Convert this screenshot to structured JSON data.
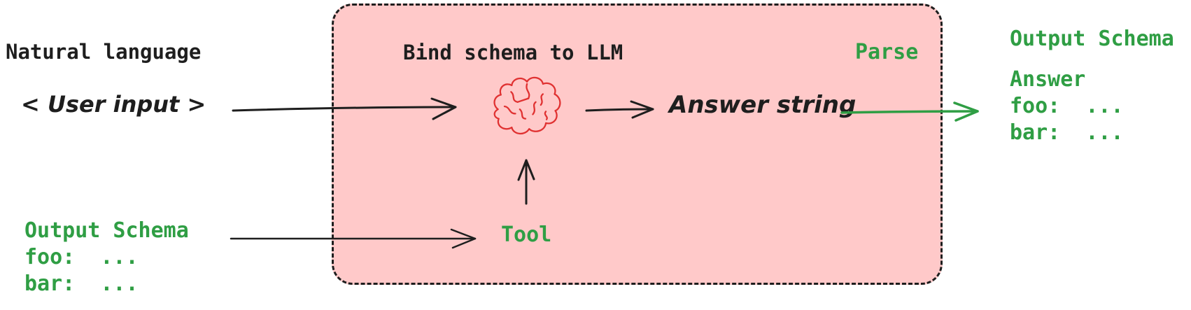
{
  "colors": {
    "ink": "#1e1e1e",
    "green": "#2f9e44",
    "red": "#e03131",
    "box_fill": "#ffc9c9",
    "background": "#ffffff"
  },
  "input_stage": {
    "label": "Natural language",
    "value": "< User input >"
  },
  "schema_input": {
    "title": "Output Schema",
    "lines": [
      "foo:  ...",
      "bar:  ..."
    ]
  },
  "llm_box": {
    "title": "Bind schema to LLM",
    "parse_label": "Parse",
    "answer_label": "Answer string",
    "tool_label": "Tool"
  },
  "output_stage": {
    "title": "Output Schema",
    "answer_label": "Answer",
    "lines": [
      "foo:  ...",
      "bar:  ..."
    ]
  },
  "icons": {
    "brain": "brain-icon"
  }
}
